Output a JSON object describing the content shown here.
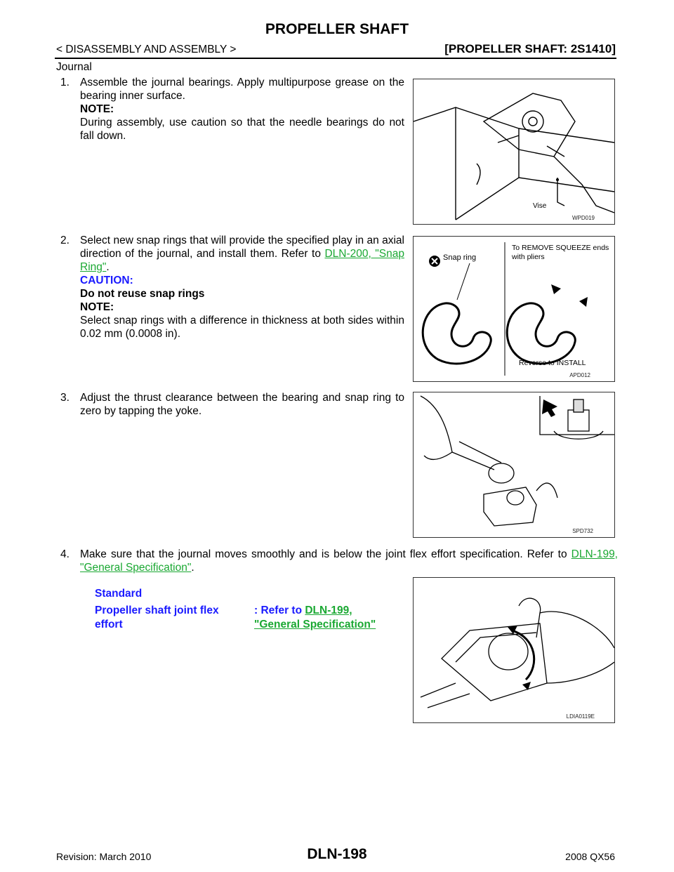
{
  "header": {
    "title": "PROPELLER SHAFT",
    "breadcrumb": "< DISASSEMBLY AND ASSEMBLY >",
    "section_code": "[PROPELLER SHAFT: 2S1410]"
  },
  "subhead": "Journal",
  "steps": [
    {
      "num": "1.",
      "text": "Assemble the journal bearings. Apply multipurpose grease on the bearing inner surface.",
      "note_label": "NOTE:",
      "note_text": "During assembly, use caution so that the needle bearings do not fall down."
    },
    {
      "num": "2.",
      "text": "Select new snap rings that will provide the specified play in an axial direction of the journal, and install them. Refer to",
      "link": "DLN-200, \"Snap Ring\"",
      "after_link": ".",
      "caution_label": "CAUTION:",
      "caution_text": "Do not reuse snap rings",
      "note_label": "NOTE:",
      "note_text": "Select snap rings with a difference in thickness at both sides within 0.02 mm (0.0008 in)."
    },
    {
      "num": "3.",
      "text": "Adjust the thrust clearance between the bearing and snap ring to zero by tapping the yoke."
    },
    {
      "num": "4.",
      "text": "Make sure that the journal moves smoothly and is below the joint flex effort specification. Refer to",
      "link": "DLN-199, \"General Specification\"",
      "after_link": "."
    }
  ],
  "spec": {
    "heading": "Standard",
    "label": "Propeller shaft joint flex effort",
    "refer_prefix": ": Refer to",
    "refer_link": "DLN-199, \"General Specification\""
  },
  "figures": [
    {
      "code": "WPD019",
      "labels": [
        "Vise"
      ]
    },
    {
      "code": "APD012",
      "labels": [
        "Snap ring",
        "To REMOVE SQUEEZE ends with pliers",
        "Reverse to INSTALL"
      ]
    },
    {
      "code": "SPD732",
      "labels": []
    },
    {
      "code": "LDIA0119E",
      "labels": []
    }
  ],
  "footer": {
    "page_number": "DLN-198",
    "revision": "Revision: March 2010",
    "model": "2008 QX56"
  },
  "colors": {
    "caution": "#1a1aff",
    "link": "#1aa832"
  }
}
